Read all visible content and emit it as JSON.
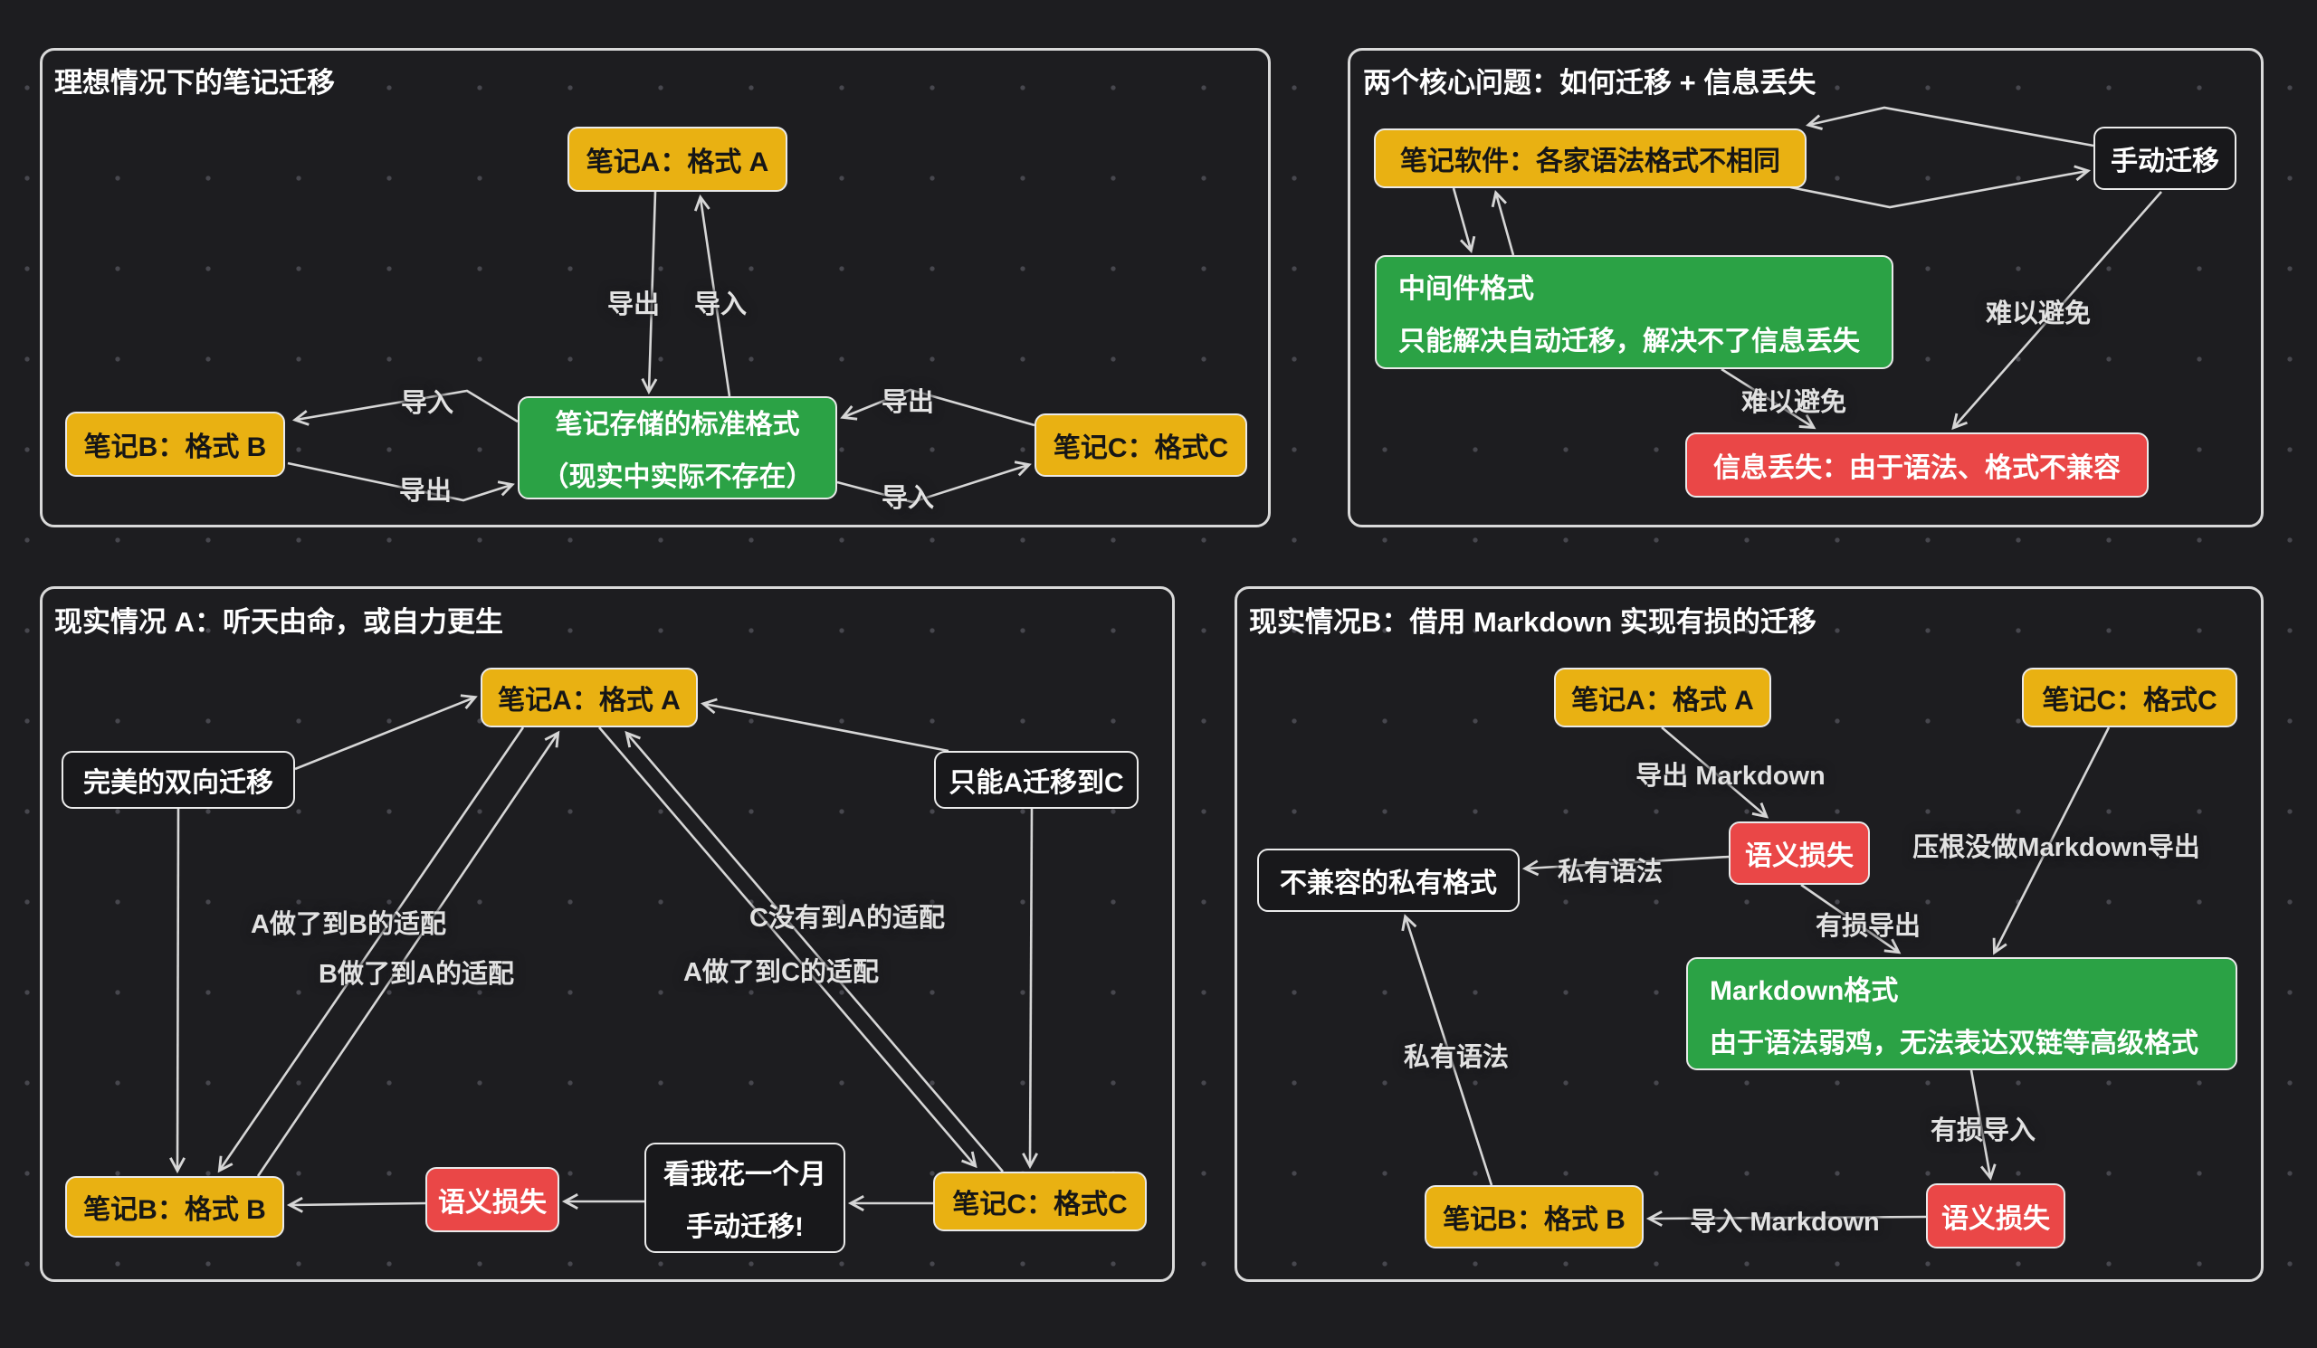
{
  "canvas": {
    "background": "#1d1d20",
    "dot_color": "#47474e",
    "arrow_color": "#d6d6d6",
    "node_yellow": "#e9b112",
    "node_green": "#2ba245",
    "node_red": "#ea4747",
    "panel_border": "#d9d9d9"
  },
  "panels": [
    {
      "title": "理想情况下的笔记迁移",
      "nodes": {
        "note_a": "笔记A：格式 A",
        "note_b": "笔记B：格式 B",
        "note_c": "笔记C：格式C",
        "standard_line1": "笔记存储的标准格式",
        "standard_line2": "（现实中实际不存在）"
      },
      "edge_labels": {
        "a_export": "导出",
        "a_import": "导入",
        "b_import": "导入",
        "b_export": "导出",
        "c_export": "导出",
        "c_import": "导入"
      }
    },
    {
      "title": "两个核心问题：如何迁移 + 信息丢失",
      "nodes": {
        "software": "笔记软件：各家语法格式不相同",
        "manual": "手动迁移",
        "middleware_line1": "中间件格式",
        "middleware_line2": "只能解决自动迁移，解决不了信息丢失",
        "info_loss": "信息丢失：由于语法、格式不兼容"
      },
      "edge_labels": {
        "unavoidable_manual": "难以避免",
        "unavoidable_middleware": "难以避免"
      }
    },
    {
      "title": "现实情况 A：听天由命，或自力更生",
      "nodes": {
        "note_a": "笔记A：格式 A",
        "perfect": "完美的双向迁移",
        "only_a_to_c": "只能A迁移到C",
        "note_b": "笔记B：格式 B",
        "semantic_loss": "语义损失",
        "manual_line1": "看我花一个月",
        "manual_line2": "手动迁移!",
        "note_c": "笔记C：格式C"
      },
      "edge_labels": {
        "a_to_b": "A做了到B的适配",
        "b_to_a": "B做了到A的适配",
        "c_to_a": "C没有到A的适配",
        "a_to_c": "A做了到C的适配"
      }
    },
    {
      "title": "现实情况B：借用 Markdown 实现有损的迁移",
      "nodes": {
        "note_a": "笔记A：格式 A",
        "note_c": "笔记C：格式C",
        "semantic_loss_top": "语义损失",
        "incompatible": "不兼容的私有格式",
        "markdown_line1": "Markdown格式",
        "markdown_line2": "由于语法弱鸡，无法表达双链等高级格式",
        "note_b": "笔记B：格式 B",
        "semantic_loss_bottom": "语义损失"
      },
      "edge_labels": {
        "export_md": "导出 Markdown",
        "private_syntax_top": "私有语法",
        "no_md_export": "压根没做Markdown导出",
        "lossy_export": "有损导出",
        "lossy_import": "有损导入",
        "private_syntax_bottom": "私有语法",
        "import_md": "导入 Markdown"
      }
    }
  ]
}
